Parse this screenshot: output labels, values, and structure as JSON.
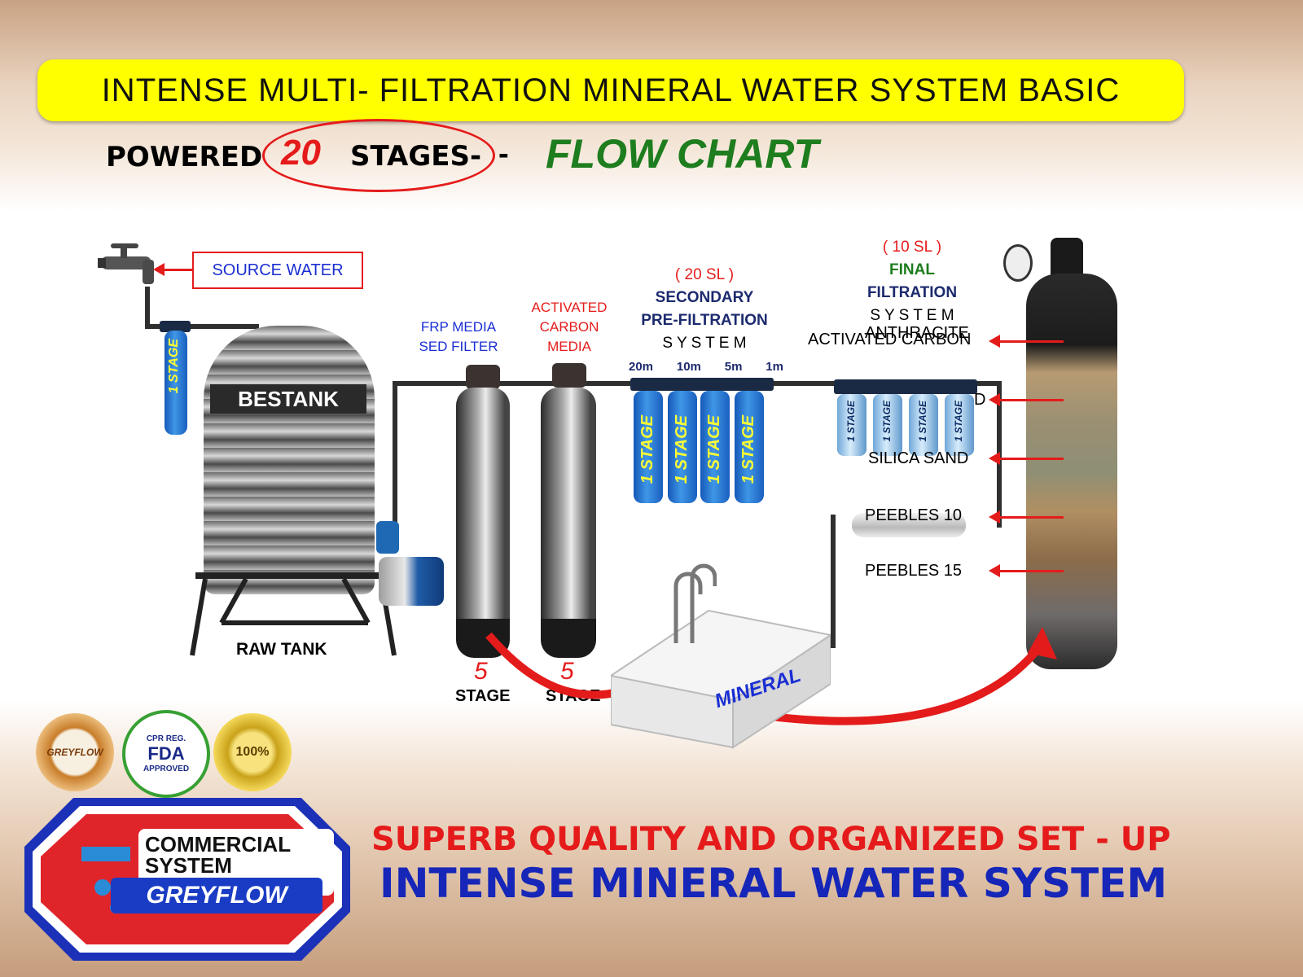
{
  "title": "INTENSE  MULTI- FILTRATION  MINERAL WATER  SYSTEM BASIC",
  "subtitle": {
    "prefix": "POWERED",
    "number": "20",
    "stages": "STAGES-",
    "dash": "-",
    "flow": "FLOW CHART"
  },
  "source": {
    "label": "SOURCE  WATER"
  },
  "pre_filter": {
    "stage": "1 STAGE"
  },
  "tank": {
    "brand": "BESTANK",
    "caption": "RAW TANK"
  },
  "frp": {
    "label_line1": "FRP MEDIA",
    "label_line2": "SED FILTER",
    "stage_num": "5",
    "stage_word": "STAGE"
  },
  "carbon": {
    "label_line1": "ACTIVATED",
    "label_line2": "CARBON",
    "label_line3": "MEDIA",
    "stage_num": "5",
    "stage_word": "STAGE"
  },
  "secondary": {
    "sl": "( 20 SL )",
    "line1": "SECONDARY",
    "line2": "PRE-FILTRATION",
    "line3": "S Y S T E M",
    "microns": [
      "20m",
      "10m",
      "5m",
      "1m"
    ],
    "stage_label": "1 STAGE"
  },
  "final": {
    "sl": "( 10 SL )",
    "line1": "FINAL",
    "line2": "FILTRATION",
    "line3": "S Y S T E M",
    "stage_label": "1 STAGE"
  },
  "vessel_layers": [
    "ACTIVATED CARBON",
    "ANTHRACITE",
    "D",
    "SILICA SAND",
    "PEEBLES 10",
    "PEEBLES 15"
  ],
  "mineral": {
    "label": "MINERAL"
  },
  "badges": {
    "brand": "GREYFLOW",
    "fda_top": "CPR REG.",
    "fda": "FDA",
    "fda_bottom": "APPROVED",
    "satisfaction": "100%"
  },
  "logo": {
    "line1": "COMMERCIAL",
    "line2": "SYSTEM",
    "line3": "GREYFLOW"
  },
  "footer": {
    "line1": "SUPERB QUALITY  AND  ORGANIZED SET - UP",
    "line2": "INTENSE MINERAL WATER SYSTEM"
  },
  "colors": {
    "yellow": "#ffff00",
    "red": "#e51b1b",
    "navy": "#1c2a6e",
    "green": "#1e7d1e",
    "blue": "#1a2ed3"
  }
}
